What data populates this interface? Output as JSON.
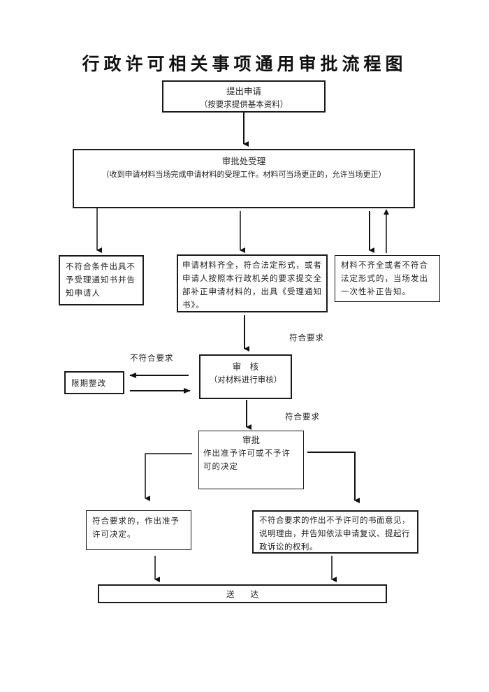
{
  "title": "行政许可相关事项通用审批流程图",
  "nodes": {
    "apply": {
      "head": "提出申请",
      "sub": "（按要求提供基本资料）"
    },
    "accept": {
      "head": "审批处受理",
      "sub": "（收到申请材料当场完成申请材料的受理工作。材料可当场更正的，允许当场更正）"
    },
    "reject_notice": {
      "text": "不符合条件出具不予受理通知书并告知申请人"
    },
    "accept_notice": {
      "text": "申请材料齐全，符合法定形式，或者申请人按照本行政机关的要求提交全部补正申请材料的，出具《受理通知书》。"
    },
    "supplement": {
      "text": "材料不齐全或者不符合法定形式的，当场发出一次性补正告知。"
    },
    "review": {
      "head": "审　核",
      "sub": "（对材料进行审核）"
    },
    "rectify": {
      "text": "限期整改"
    },
    "approve": {
      "head": "审批",
      "text": "作出准予许可或不予许可的决定"
    },
    "grant": {
      "text": "符合要求的，作出准予许可决定。"
    },
    "deny": {
      "text": "不符合要求的作出不予许可的书面意见，说明理由，并告知依法申请复议、提起行政诉讼的权利。"
    },
    "deliver": {
      "text": "送　　达"
    }
  },
  "edge_labels": {
    "to_review": "符合要求",
    "to_rectify": "不符合要求",
    "to_approve": "符合要求"
  }
}
